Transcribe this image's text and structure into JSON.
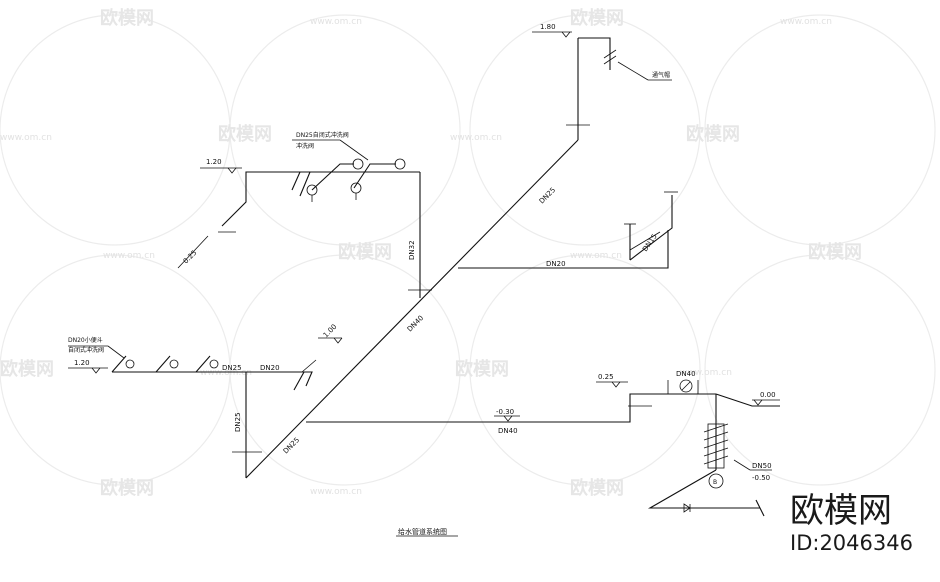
{
  "watermark": {
    "brand": "欧模网",
    "site": "www.om.cn"
  },
  "labels": {
    "el_top": "1.80",
    "vent_note": "通气帽",
    "valve_note_1": "DN25自闭式冲洗阀",
    "valve_note_2": "冲洗阀",
    "el_upper_left": "1.20",
    "el_025_a": "0.25",
    "dn_dn25_diag": "DN25",
    "dn_dn32_vert": "DN32",
    "dn_dn20_branch": "DN20",
    "dn_dn15_right": "DN15",
    "lower_note_1": "DN20小便斗",
    "lower_note_2": "自闭式冲洗阀",
    "el_lower_left": "1.20",
    "dn_lower_dn25": "DN25",
    "dn_lower_dn20": "DN20",
    "el_100": "1.00",
    "dn_dn40_diag": "DN40",
    "dn_left_vert": "DN25",
    "dn_bottom_diag": "DN25",
    "el_neg030": "-0.30",
    "dn_main_dn40": "DN40",
    "el_025_b": "0.25",
    "dn_dn40_right": "DN40",
    "el_000": "0.00",
    "dn_dn50": "DN50",
    "el_neg050": "-0.50",
    "meter": "B",
    "drawing_title": "给水管道系统图"
  },
  "brand_box": {
    "name": "欧模网",
    "id": "ID:2046346"
  }
}
